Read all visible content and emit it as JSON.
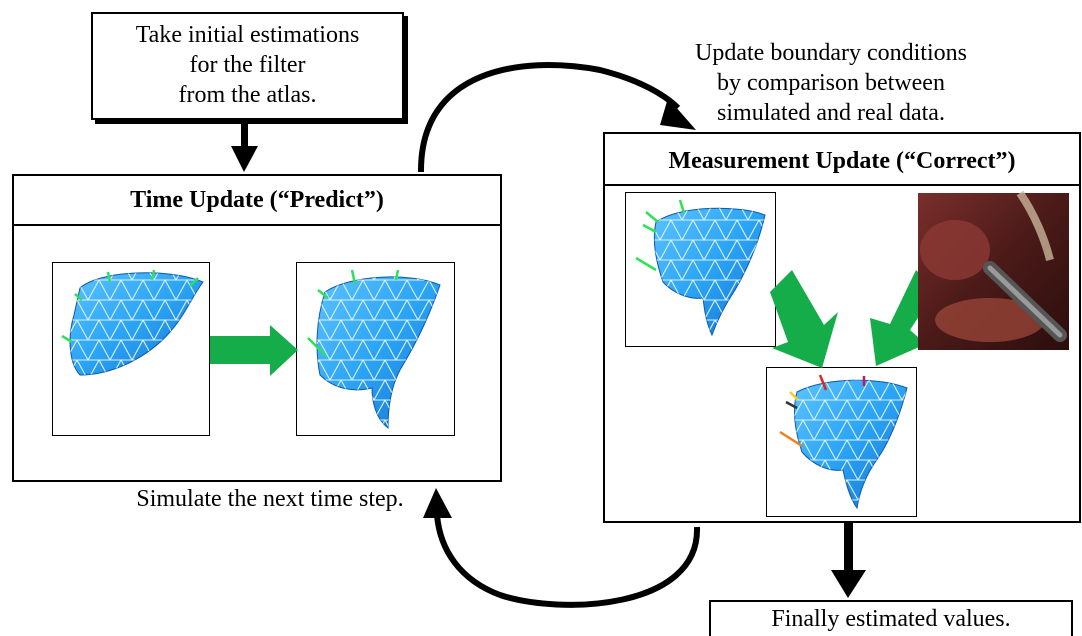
{
  "initial_box": {
    "lines": [
      "Take initial estimations",
      "for the filter",
      "from the atlas."
    ]
  },
  "update_note": {
    "lines": [
      "Update boundary conditions",
      "by comparison between",
      "simulated and real data."
    ]
  },
  "predict": {
    "title": "Time Update (“Predict”)"
  },
  "correct": {
    "title": "Measurement Update (“Correct”)"
  },
  "simulate_note": "Simulate the next time step.",
  "final_box": "Finally estimated values.",
  "colors": {
    "mesh": "#2aa3f5",
    "mesh_dark": "#1478d4",
    "green_arrow": "#15ad4a",
    "needle": "#2ee05a"
  }
}
